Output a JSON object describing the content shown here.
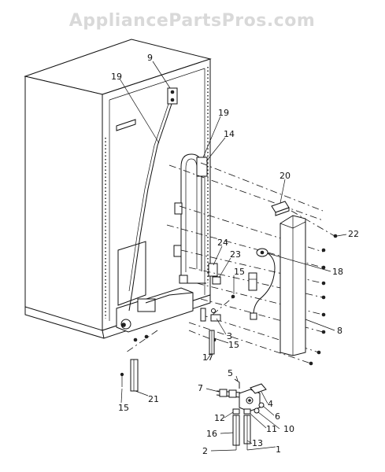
{
  "watermark": "AppliancePartsPros.com",
  "colors": {
    "ink": "#111111",
    "watermark": "#d9d9d9",
    "background": "#ffffff"
  },
  "callouts": {
    "c9": "9",
    "c19a": "19",
    "c19b": "19",
    "c14": "14",
    "c20": "20",
    "c22": "22",
    "c24": "24",
    "c23": "23",
    "c15a": "15",
    "c18": "18",
    "c3": "3",
    "c15b": "15",
    "c8": "8",
    "c17": "17",
    "c5": "5",
    "c7": "7",
    "c4": "4",
    "c6": "6",
    "c15c": "15",
    "c21": "21",
    "c12": "12",
    "c11": "11",
    "c10": "10",
    "c16": "16",
    "c13": "13",
    "c2": "2",
    "c1": "1"
  }
}
